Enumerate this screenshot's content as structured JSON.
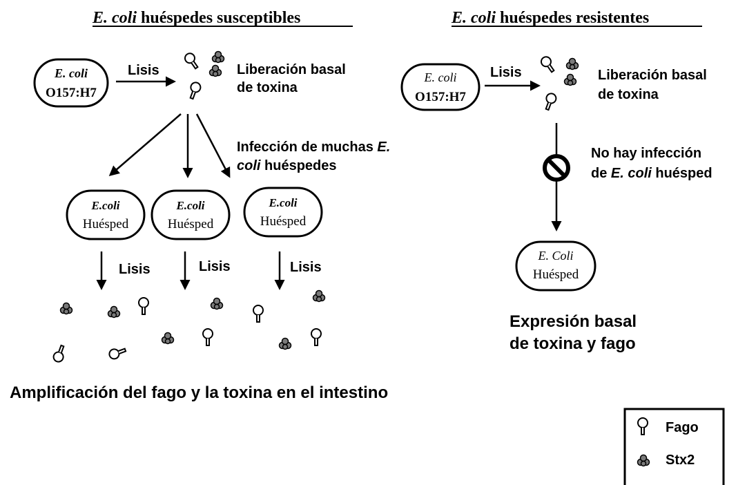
{
  "left": {
    "title_italic": "E. coli",
    "title_rest": " huéspedes susceptibles",
    "source_cell": {
      "line1": "E. coli",
      "line2": "O157:H7"
    },
    "lysis_label": "Lisis",
    "release_line1": "Liberación basal",
    "release_line2": "de toxina",
    "infection_line1_pre": "Infección de muchas ",
    "infection_line1_italic": "E.",
    "infection_line2_italic": "coli",
    "infection_line2_rest": " huéspedes",
    "hosts": [
      {
        "line1": "E.coli",
        "line2": "Huésped"
      },
      {
        "line1": "E.coli",
        "line2": "Huésped"
      },
      {
        "line1": "E.coli",
        "line2": "Huésped"
      }
    ],
    "host_lysis_labels": [
      "Lisis",
      "Lisis",
      "Lisis"
    ],
    "caption": "Amplificación del fago y la toxina en el intestino"
  },
  "right": {
    "title_italic": "E. coli",
    "title_rest": " huéspedes resistentes",
    "source_cell": {
      "line1": "E. coli",
      "line2": "O157:H7"
    },
    "lysis_label": "Lisis",
    "release_line1": "Liberación basal",
    "release_line2": "de toxina",
    "no_infection_line1": "No hay infección",
    "no_infection_line2_pre": "de ",
    "no_infection_line2_italic": "E. coli",
    "no_infection_line2_rest": " huésped",
    "host": {
      "line1": "E. Coli",
      "line2": "Huésped"
    },
    "caption_line1": "Expresión basal",
    "caption_line2": "de toxina y fago",
    "blocked_icon": "prohibited-icon"
  },
  "legend": {
    "items": [
      {
        "icon": "phage-icon",
        "label": "Fago"
      },
      {
        "icon": "stx2-toxin-icon",
        "label": "Stx2"
      }
    ]
  },
  "colors": {
    "toxin_fill": "#7a7a7a",
    "outline": "#000000",
    "background": "#ffffff"
  }
}
